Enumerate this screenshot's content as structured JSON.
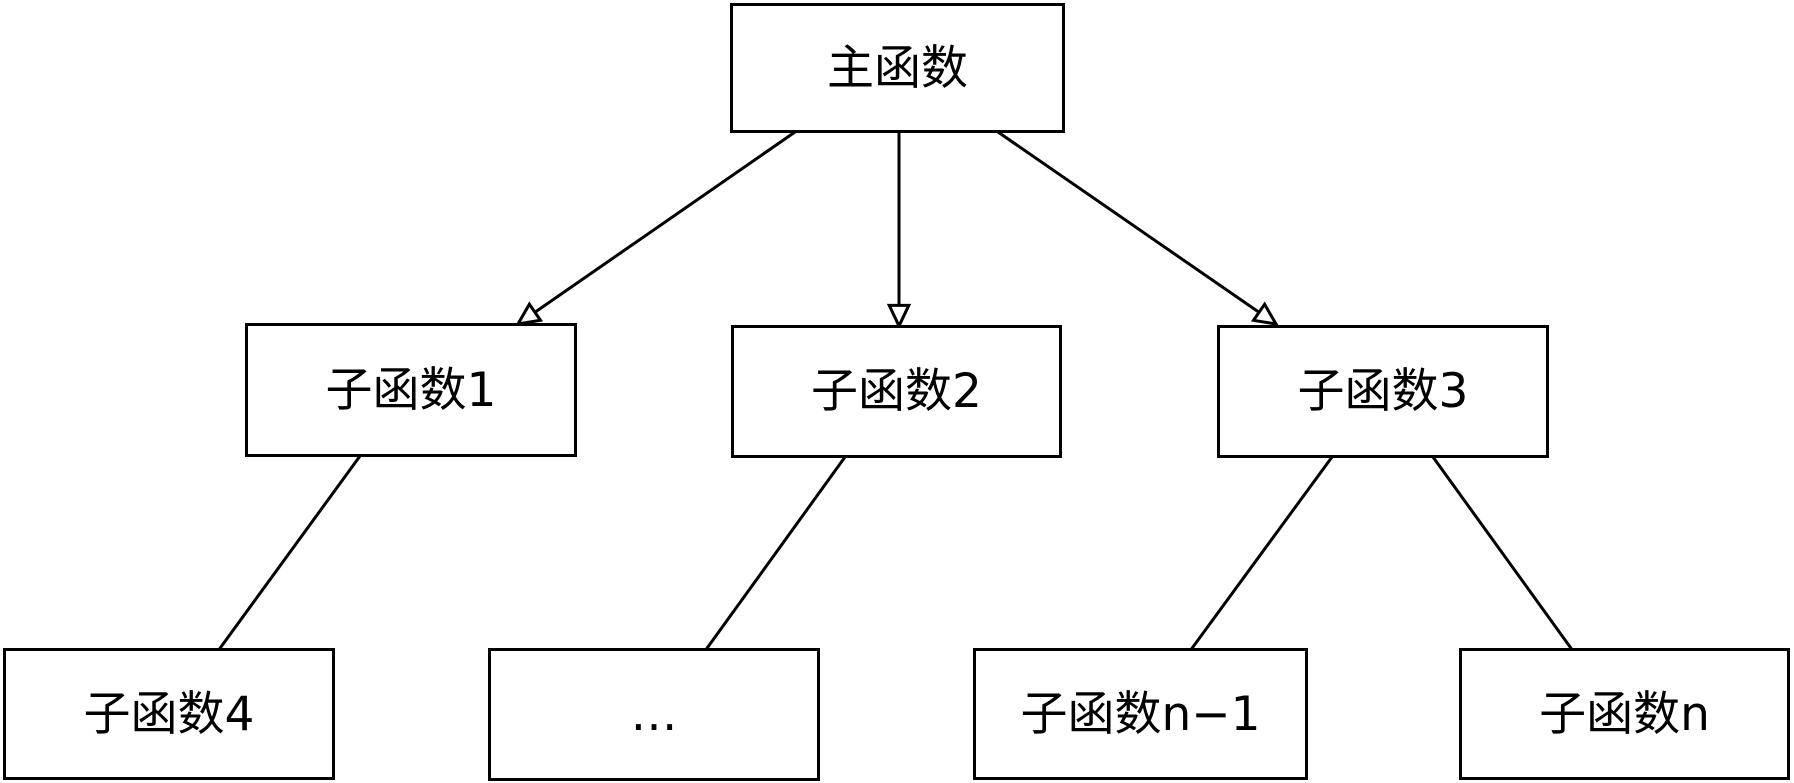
{
  "diagram": {
    "type": "tree",
    "colors": {
      "stroke": "#000000",
      "node_fill": "#ffffff",
      "background": "#ffffff"
    },
    "nodes": [
      {
        "id": "main",
        "label": "主函数",
        "level": 1
      },
      {
        "id": "sub1",
        "label": "子函数1",
        "level": 2
      },
      {
        "id": "sub2",
        "label": "子函数2",
        "level": 2
      },
      {
        "id": "sub3",
        "label": "子函数3",
        "level": 2
      },
      {
        "id": "sub4",
        "label": "子函数4",
        "level": 3
      },
      {
        "id": "dots",
        "label": "…",
        "level": 3
      },
      {
        "id": "subn1",
        "label": "子函数n−1",
        "level": 3
      },
      {
        "id": "subn",
        "label": "子函数n",
        "level": 3
      }
    ],
    "edges": [
      {
        "from": "main",
        "to": "sub1",
        "style": "open-arrow"
      },
      {
        "from": "main",
        "to": "sub2",
        "style": "open-arrow"
      },
      {
        "from": "main",
        "to": "sub3",
        "style": "open-arrow"
      },
      {
        "from": "sub1",
        "to": "sub4",
        "style": "plain-line"
      },
      {
        "from": "sub2",
        "to": "dots",
        "style": "plain-line"
      },
      {
        "from": "sub3",
        "to": "subn1",
        "style": "plain-line"
      },
      {
        "from": "sub3",
        "to": "subn",
        "style": "plain-line"
      }
    ]
  }
}
